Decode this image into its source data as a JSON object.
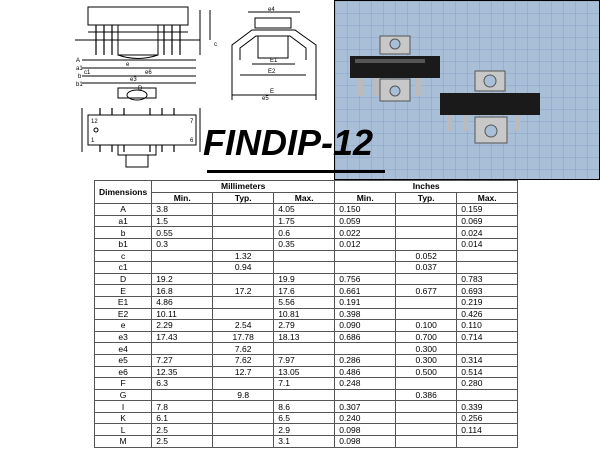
{
  "title": "FINDIP-12",
  "drawing_labels": {
    "front": [
      "A",
      "a1",
      "b",
      "b1",
      "c1",
      "e",
      "e3",
      "e6",
      "D"
    ],
    "side": [
      "e4",
      "E",
      "c",
      "E1",
      "E2",
      "e5"
    ],
    "top": [
      "12",
      "1",
      "7",
      "6"
    ]
  },
  "table": {
    "header_dimensions": "Dimensions",
    "header_mm": "Millimeters",
    "header_in": "Inches",
    "sub_headers": [
      "Min.",
      "Typ.",
      "Max.",
      "Min.",
      "Typ.",
      "Max."
    ],
    "rows": [
      {
        "dim": "A",
        "mm_min": "3.8",
        "mm_typ": "",
        "mm_max": "4.05",
        "in_min": "0.150",
        "in_typ": "",
        "in_max": "0.159"
      },
      {
        "dim": "a1",
        "mm_min": "1.5",
        "mm_typ": "",
        "mm_max": "1.75",
        "in_min": "0.059",
        "in_typ": "",
        "in_max": "0.069"
      },
      {
        "dim": "b",
        "mm_min": "0.55",
        "mm_typ": "",
        "mm_max": "0.6",
        "in_min": "0.022",
        "in_typ": "",
        "in_max": "0.024"
      },
      {
        "dim": "b1",
        "mm_min": "0.3",
        "mm_typ": "",
        "mm_max": "0.35",
        "in_min": "0.012",
        "in_typ": "",
        "in_max": "0.014"
      },
      {
        "dim": "c",
        "mm_min": "",
        "mm_typ": "1.32",
        "mm_max": "",
        "in_min": "",
        "in_typ": "0.052",
        "in_max": ""
      },
      {
        "dim": "c1",
        "mm_min": "",
        "mm_typ": "0.94",
        "mm_max": "",
        "in_min": "",
        "in_typ": "0.037",
        "in_max": ""
      },
      {
        "dim": "D",
        "mm_min": "19.2",
        "mm_typ": "",
        "mm_max": "19.9",
        "in_min": "0.756",
        "in_typ": "",
        "in_max": "0.783"
      },
      {
        "dim": "E",
        "mm_min": "16.8",
        "mm_typ": "17.2",
        "mm_max": "17.6",
        "in_min": "0.661",
        "in_typ": "0.677",
        "in_max": "0.693"
      },
      {
        "dim": "E1",
        "mm_min": "4.86",
        "mm_typ": "",
        "mm_max": "5.56",
        "in_min": "0.191",
        "in_typ": "",
        "in_max": "0.219"
      },
      {
        "dim": "E2",
        "mm_min": "10.11",
        "mm_typ": "",
        "mm_max": "10.81",
        "in_min": "0.398",
        "in_typ": "",
        "in_max": "0.426"
      },
      {
        "dim": "e",
        "mm_min": "2.29",
        "mm_typ": "2.54",
        "mm_max": "2.79",
        "in_min": "0.090",
        "in_typ": "0.100",
        "in_max": "0.110"
      },
      {
        "dim": "e3",
        "mm_min": "17.43",
        "mm_typ": "17.78",
        "mm_max": "18.13",
        "in_min": "0.686",
        "in_typ": "0.700",
        "in_max": "0.714"
      },
      {
        "dim": "e4",
        "mm_min": "",
        "mm_typ": "7.62",
        "mm_max": "",
        "in_min": "",
        "in_typ": "0.300",
        "in_max": ""
      },
      {
        "dim": "e5",
        "mm_min": "7.27",
        "mm_typ": "7.62",
        "mm_max": "7.97",
        "in_min": "0.286",
        "in_typ": "0.300",
        "in_max": "0.314"
      },
      {
        "dim": "e6",
        "mm_min": "12.35",
        "mm_typ": "12.7",
        "mm_max": "13.05",
        "in_min": "0.486",
        "in_typ": "0.500",
        "in_max": "0.514"
      },
      {
        "dim": "F",
        "mm_min": "6.3",
        "mm_typ": "",
        "mm_max": "7.1",
        "in_min": "0.248",
        "in_typ": "",
        "in_max": "0.280"
      },
      {
        "dim": "G",
        "mm_min": "",
        "mm_typ": "9.8",
        "mm_max": "",
        "in_min": "",
        "in_typ": "0.386",
        "in_max": ""
      },
      {
        "dim": "I",
        "mm_min": "7.8",
        "mm_typ": "",
        "mm_max": "8.6",
        "in_min": "0.307",
        "in_typ": "",
        "in_max": "0.339"
      },
      {
        "dim": "K",
        "mm_min": "6.1",
        "mm_typ": "",
        "mm_max": "6.5",
        "in_min": "0.240",
        "in_typ": "",
        "in_max": "0.256"
      },
      {
        "dim": "L",
        "mm_min": "2.5",
        "mm_typ": "",
        "mm_max": "2.9",
        "in_min": "0.098",
        "in_typ": "",
        "in_max": "0.114"
      },
      {
        "dim": "M",
        "mm_min": "2.5",
        "mm_typ": "",
        "mm_max": "3.1",
        "in_min": "0.098",
        "in_typ": "",
        "in_max": ""
      }
    ]
  }
}
